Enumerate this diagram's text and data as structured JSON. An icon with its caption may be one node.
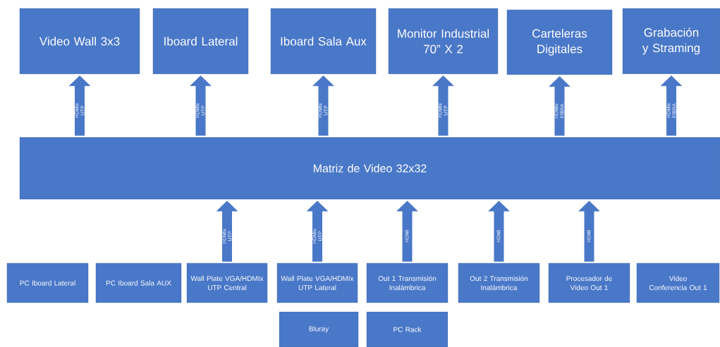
{
  "diagram": {
    "nodes": [
      {
        "text": [
          "Video Wall 3x3"
        ]
      },
      {
        "text": [
          "Iboard Lateral"
        ]
      },
      {
        "text": [
          "Iboard Sala Aux"
        ]
      },
      {
        "text": [
          "Monitor Industrial 70” X 2"
        ]
      },
      {
        "text": [
          "Carteleras Digitales"
        ]
      },
      {
        "text": [
          "Grabación y Straming"
        ]
      },
      {
        "text": [
          "Matriz de Video 32x32"
        ]
      },
      {
        "text": [
          "PC Iboard Lateral"
        ]
      },
      {
        "text": [
          "PC Iboard Sala AUX"
        ]
      },
      {
        "text": [
          "Wall Plate VGA/HDMIx UTP Central"
        ]
      },
      {
        "text": [
          "Wall Plate VGA/HDMIx UTP Lateral"
        ]
      },
      {
        "text": [
          "Out 1 Transmisión Inalámbrica"
        ]
      },
      {
        "text": [
          "Out 2 Transmisión Inalámbrica"
        ]
      },
      {
        "text": [
          "Procesador de Video Out 1"
        ]
      },
      {
        "text": [
          "Video Conferencia Out 1"
        ]
      },
      {
        "text": [
          "Bluray"
        ]
      },
      {
        "text": [
          "PC Rack"
        ]
      }
    ],
    "edges": [
      {
        "from": 6,
        "to": 0,
        "arrow": "to",
        "label": "HDMIx UTP"
      },
      {
        "from": 6,
        "to": 1,
        "arrow": "to",
        "label": "HDMIx UTP"
      },
      {
        "from": 6,
        "to": 2,
        "arrow": "to",
        "label": "HDMIx UTP"
      },
      {
        "from": 6,
        "to": 3,
        "arrow": "to",
        "label": "HDMIx UTP"
      },
      {
        "from": 6,
        "to": 4,
        "arrow": "to",
        "label": "HDMIx FIBRA"
      },
      {
        "from": 6,
        "to": 5,
        "arrow": "to",
        "label": "HDMIx FIBRA"
      },
      {
        "from": 9,
        "to": 6,
        "arrow": "to",
        "label": "HDMIx UTP"
      },
      {
        "from": 10,
        "to": 6,
        "arrow": "to",
        "label": "HDMIx UTP"
      },
      {
        "from": 11,
        "to": 6,
        "arrow": "to",
        "label": "HDMI"
      },
      {
        "from": 12,
        "to": 6,
        "arrow": "to",
        "label": "HDMI"
      },
      {
        "from": 13,
        "to": 6,
        "arrow": "to",
        "label": "HDMI"
      }
    ]
  }
}
